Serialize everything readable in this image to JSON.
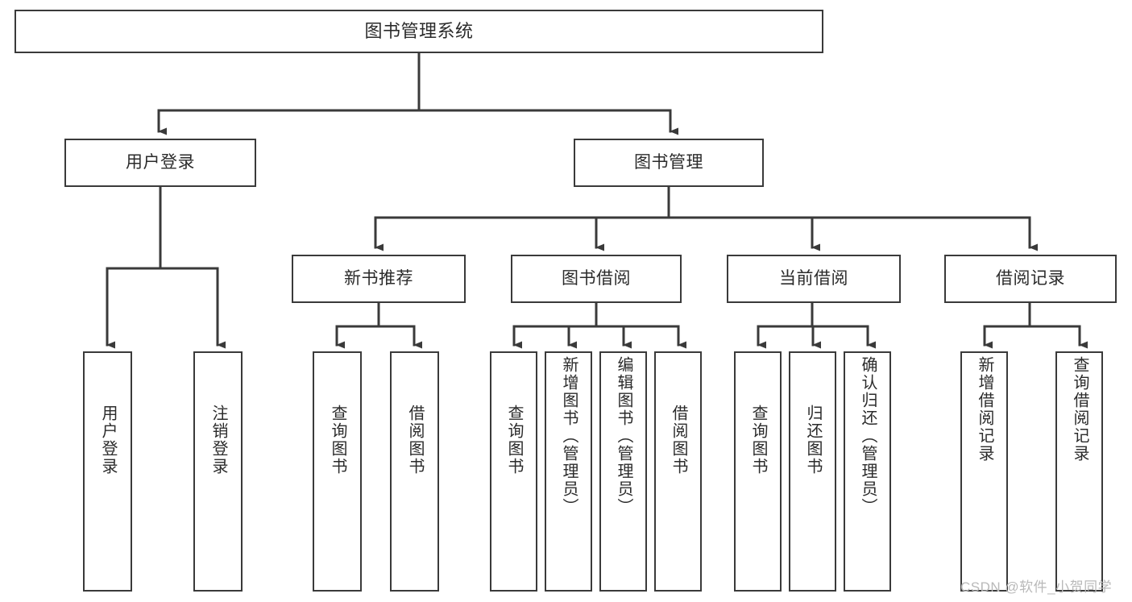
{
  "diagram": {
    "title": "图书管理系统",
    "type": "tree-hierarchy",
    "levels": {
      "root": {
        "label": "图书管理系统"
      },
      "level2": [
        {
          "label": "用户登录"
        },
        {
          "label": "图书管理"
        }
      ],
      "level3": [
        {
          "label": "新书推荐"
        },
        {
          "label": "图书借阅"
        },
        {
          "label": "当前借阅"
        },
        {
          "label": "借阅记录"
        }
      ],
      "leaves": [
        {
          "label": "用户登录",
          "parent": "用户登录"
        },
        {
          "label": "注销登录",
          "parent": "用户登录"
        },
        {
          "label": "查询图书",
          "parent": "新书推荐"
        },
        {
          "label": "借阅图书",
          "parent": "新书推荐"
        },
        {
          "label": "查询图书",
          "parent": "图书借阅"
        },
        {
          "label": "新增图书（管理员）",
          "parent": "图书借阅"
        },
        {
          "label": "编辑图书（管理员）",
          "parent": "图书借阅"
        },
        {
          "label": "借阅图书",
          "parent": "图书借阅"
        },
        {
          "label": "查询图书",
          "parent": "当前借阅"
        },
        {
          "label": "归还图书",
          "parent": "当前借阅"
        },
        {
          "label": "确认归还（管理员）",
          "parent": "当前借阅"
        },
        {
          "label": "新增借阅记录",
          "parent": "借阅记录"
        },
        {
          "label": "查询借阅记录",
          "parent": "借阅记录"
        }
      ]
    },
    "colors": {
      "stroke": "#3a3a3a",
      "fill": "#ffffff",
      "text": "#2b2b2b",
      "watermark": "#b9b9b9"
    }
  },
  "watermark": {
    "text": "CSDN @软件_小贺同学"
  }
}
